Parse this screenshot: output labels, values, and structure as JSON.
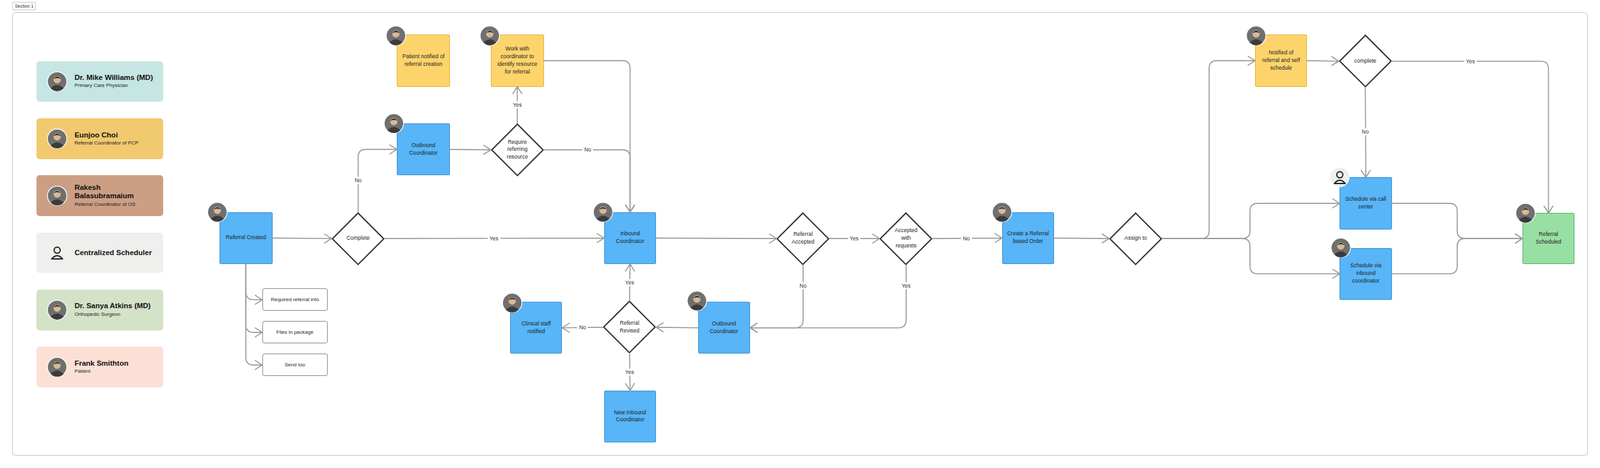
{
  "diagram": {
    "nodes": [
      {
        "text": [
          "Section 1"
        ]
      },
      {
        "text": [
          "Dr. Mike Williams (MD)",
          "Primary Care Physician"
        ],
        "in": 0
      },
      {
        "text": [
          "Eunjoo Choi",
          "Referral Coordinator of PCP"
        ],
        "in": 0
      },
      {
        "text": [
          "Rakesh Balasubramaium",
          "Referral Coordinator of OS"
        ],
        "in": 0
      },
      {
        "text": [
          "Centralized Scheduler"
        ],
        "in": 0
      },
      {
        "text": [
          "Dr. Sanya Atkins (MD)",
          "Orthopedic Surgeon"
        ],
        "in": 0
      },
      {
        "text": [
          "Frank Smithton",
          "Patient"
        ],
        "in": 0
      },
      {
        "text": [
          "Patient notified of referral creation"
        ],
        "in": 0
      },
      {
        "text": [
          "Work with coordinator to identify resource for referral"
        ],
        "in": 0
      },
      {
        "text": [
          "Outbound Coordinator"
        ],
        "in": 0
      },
      {
        "text": [
          "Require referring resource"
        ],
        "in": 0
      },
      {
        "text": [
          "Referral Created"
        ],
        "in": 0
      },
      {
        "text": [
          "Complete"
        ],
        "in": 0
      },
      {
        "text": [
          "Inbound Coordinator"
        ],
        "in": 0
      },
      {
        "text": [
          "Referral Accepted"
        ],
        "in": 0
      },
      {
        "text": [
          "Accepted with requests"
        ],
        "in": 0
      },
      {
        "text": [
          "Create a Referral based Order"
        ],
        "in": 0
      },
      {
        "text": [
          "Assign to"
        ],
        "in": 0
      },
      {
        "text": [
          "Notified of referral and self schedule"
        ],
        "in": 0
      },
      {
        "text": [
          "complete"
        ],
        "in": 0
      },
      {
        "text": [
          "Schedule via call center"
        ],
        "in": 0
      },
      {
        "text": [
          "Schedule via inbound coordinator"
        ],
        "in": 0
      },
      {
        "text": [
          "Referral Scheduled"
        ],
        "in": 0
      },
      {
        "text": [
          "Required referral info"
        ],
        "in": 0
      },
      {
        "text": [
          "Files in package"
        ],
        "in": 0
      },
      {
        "text": [
          "Send too"
        ],
        "in": 0
      },
      {
        "text": [
          "Clinical staff notified"
        ],
        "in": 0
      },
      {
        "text": [
          "Referral Revised"
        ],
        "in": 0
      },
      {
        "text": [
          "Outbound Coordinator"
        ],
        "in": 0
      },
      {
        "text": [
          "New Inbound Coordinator"
        ],
        "in": 0
      }
    ],
    "edges": [
      {
        "from": 11,
        "to": 12,
        "arrow": "to"
      },
      {
        "from": 11,
        "to": 23,
        "arrow": "to"
      },
      {
        "from": 11,
        "to": 24,
        "arrow": "to"
      },
      {
        "from": 11,
        "to": 25,
        "arrow": "to"
      },
      {
        "from": 12,
        "to": 9,
        "label": "No",
        "arrow": "to"
      },
      {
        "from": 12,
        "to": 13,
        "label": "Yes",
        "arrow": "to"
      },
      {
        "from": 9,
        "to": 10,
        "arrow": "to"
      },
      {
        "from": 10,
        "to": 8,
        "label": "Yes",
        "arrow": "to"
      },
      {
        "from": 10,
        "to": 13,
        "label": "No",
        "arrow": "to"
      },
      {
        "from": 8,
        "to": 13,
        "arrow": "to"
      },
      {
        "from": 13,
        "to": 14,
        "arrow": "to"
      },
      {
        "from": 14,
        "to": 15,
        "label": "Yes",
        "arrow": "to"
      },
      {
        "from": 14,
        "to": 28,
        "label": "No",
        "arrow": "to"
      },
      {
        "from": 15,
        "to": 16,
        "label": "No",
        "arrow": "to"
      },
      {
        "from": 15,
        "to": 28,
        "label": "Yes",
        "arrow": "to"
      },
      {
        "from": 28,
        "to": 27,
        "arrow": "to"
      },
      {
        "from": 27,
        "to": 26,
        "label": "No",
        "arrow": "to"
      },
      {
        "from": 27,
        "to": 13,
        "label": "Yes",
        "arrow": "to"
      },
      {
        "from": 27,
        "to": 29,
        "label": "Yes",
        "arrow": "to"
      },
      {
        "from": 16,
        "to": 17,
        "arrow": "to"
      },
      {
        "from": 17,
        "to": 18,
        "arrow": "to"
      },
      {
        "from": 17,
        "to": 20,
        "arrow": "to"
      },
      {
        "from": 17,
        "to": 21,
        "arrow": "to"
      },
      {
        "from": 18,
        "to": 19,
        "arrow": "to"
      },
      {
        "from": 19,
        "to": 22,
        "label": "Yes",
        "arrow": "to"
      },
      {
        "from": 19,
        "to": 20,
        "label": "No",
        "arrow": "to"
      },
      {
        "from": 20,
        "to": 22,
        "arrow": "to"
      },
      {
        "from": 21,
        "to": 22,
        "arrow": "to"
      }
    ]
  }
}
